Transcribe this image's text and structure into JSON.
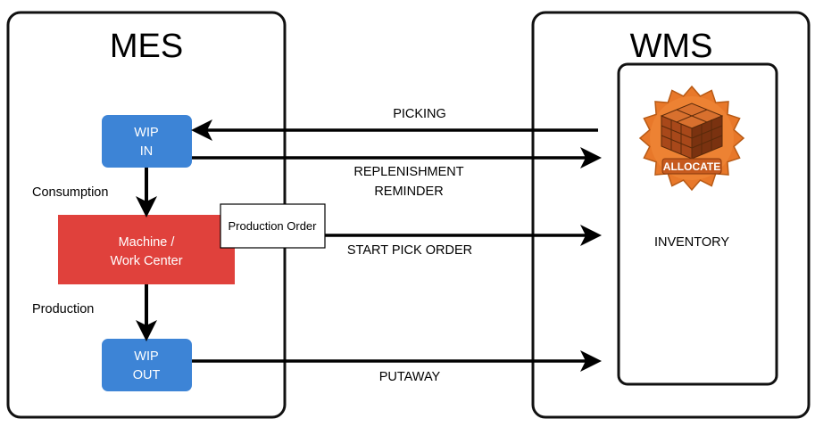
{
  "mes": {
    "title": "MES"
  },
  "wms": {
    "title": "WMS"
  },
  "wip_in": {
    "line1": "WIP",
    "line2": "IN"
  },
  "wip_out": {
    "line1": "WIP",
    "line2": "OUT"
  },
  "machine": {
    "line1": "Machine /",
    "line2": "Work Center"
  },
  "production_order": {
    "label": "Production Order"
  },
  "consumption": {
    "label": "Consumption"
  },
  "production": {
    "label": "Production"
  },
  "flows": {
    "picking": "PICKING",
    "replenishment_line1": "REPLENISHMENT",
    "replenishment_line2": "REMINDER",
    "start_pick_order": "START PICK ORDER",
    "putaway": "PUTAWAY"
  },
  "inventory": {
    "label": "INVENTORY"
  },
  "allocate": {
    "label": "ALLOCATE",
    "badge_color": "#e8782a",
    "box_color": "#c65a1e"
  },
  "colors": {
    "wip_box": "#3d84d6",
    "machine_box": "#e0413c",
    "arrow": "#000000"
  }
}
